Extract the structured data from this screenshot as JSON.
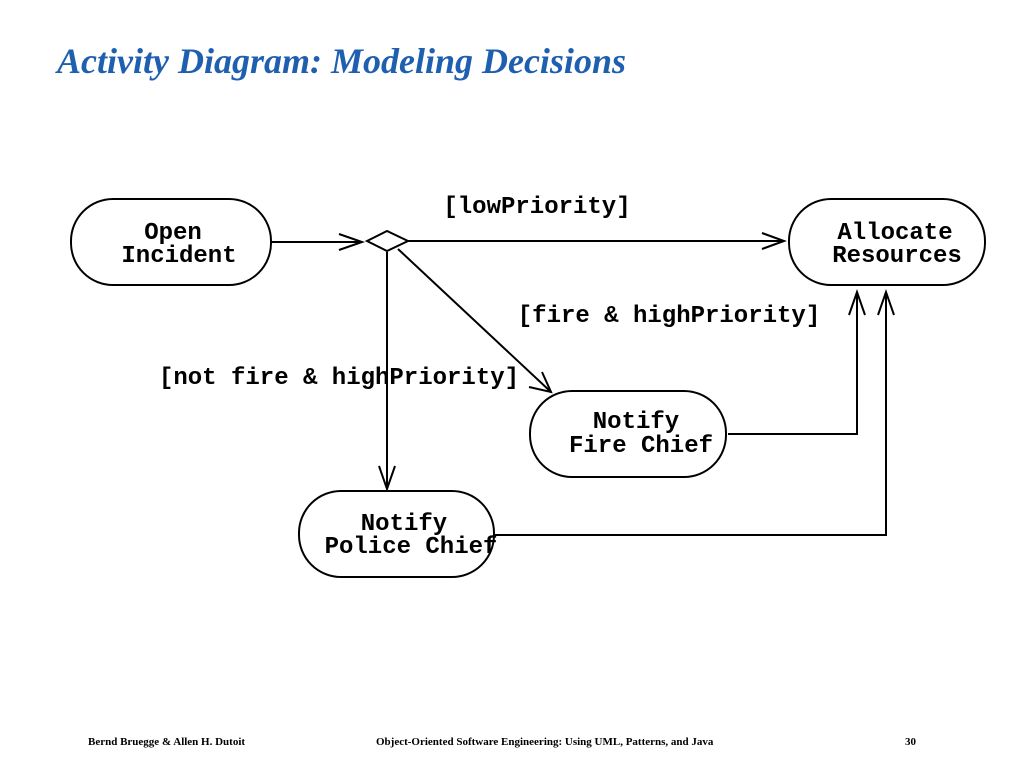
{
  "title": "Activity Diagram: Modeling Decisions",
  "nodes": {
    "open_incident": [
      "Open",
      "Incident"
    ],
    "allocate_resources": [
      "Allocate",
      "Resources"
    ],
    "notify_fire_chief": [
      "Notify",
      "Fire Chief"
    ],
    "notify_police_chief": [
      "Notify",
      "Police Chief"
    ]
  },
  "guards": {
    "low_priority": "[lowPriority]",
    "fire_high_priority": "[fire & highPriority]",
    "not_fire_high_priority": "[not fire & highPriority]"
  },
  "footer": {
    "authors": "Bernd Bruegge & Allen H. Dutoit",
    "book": "Object-Oriented Software Engineering: Using UML, Patterns, and Java",
    "page": "30"
  }
}
